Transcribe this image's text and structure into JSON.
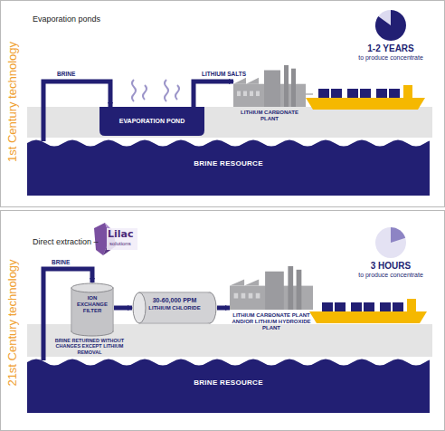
{
  "diagram": {
    "nodes": [
      {
        "text": [
          "BRINE RESOURCE"
        ]
      },
      {
        "text": [
          "EVAPORATION POND"
        ]
      },
      {
        "text": [
          "LITHIUM CARBONATE PLANT"
        ]
      },
      {
        "text": [
          "BRINE RESOURCE"
        ]
      },
      {
        "text": [
          "ION EXCHANGE FILTER"
        ]
      },
      {
        "text": [
          "30-60,000 PPM",
          "LITHIUM CHLORIDE"
        ]
      },
      {
        "text": [
          "LITHIUM CARBONATE PLANT AND/OR LITHIUM HYDROXIDE PLANT"
        ]
      }
    ],
    "edges": [
      {
        "from": 0,
        "to": 1,
        "label": "BRINE",
        "arrow": "to"
      },
      {
        "from": 1,
        "to": 2,
        "label": "LITHIUM SALTS",
        "arrow": "to"
      },
      {
        "from": 3,
        "to": 4,
        "label": "BRINE",
        "arrow": "to"
      },
      {
        "from": 4,
        "to": 5,
        "arrow": "to"
      },
      {
        "from": 5,
        "to": 6,
        "arrow": "to"
      }
    ],
    "labels": [
      "1st Century technology",
      "Evaporation ponds",
      "1-2 YEARS",
      "to produce concentrate",
      "21st Century technology",
      "Direct extraction –",
      "Lilac",
      "solutions",
      "3 HOURS",
      "to produce concentrate",
      "BRINE RETURNED WITHOUT CHANGES EXCEPT LITHIUM REMOVAL"
    ]
  }
}
